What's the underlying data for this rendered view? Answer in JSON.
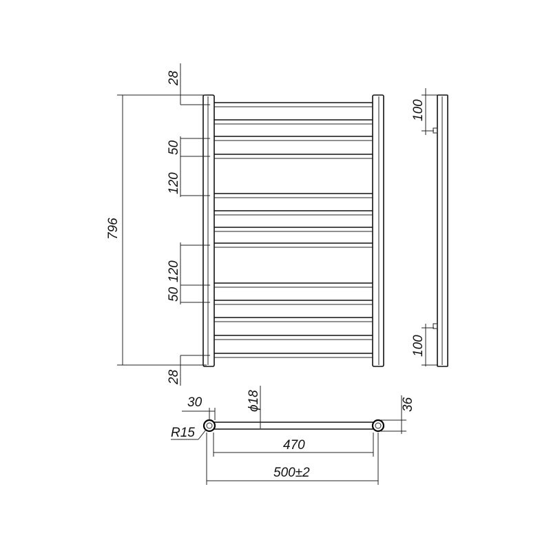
{
  "front_view": {
    "dims": {
      "overall_height": "796",
      "top_offset": "28",
      "bottom_offset": "28",
      "gap_upper_small": "50",
      "gap_upper_large": "120",
      "gap_lower_large": "120",
      "gap_lower_small": "50"
    }
  },
  "side_view": {
    "dims": {
      "top_bracket": "100",
      "bottom_bracket": "100"
    }
  },
  "top_view": {
    "dims": {
      "collector_offset": "30",
      "radius": "R15",
      "pipe_diameter": "ϕ18",
      "depth": "36",
      "inner_width": "470",
      "overall_width": "500±2"
    }
  },
  "colors": {
    "ink": "#111111",
    "background": "#ffffff"
  }
}
